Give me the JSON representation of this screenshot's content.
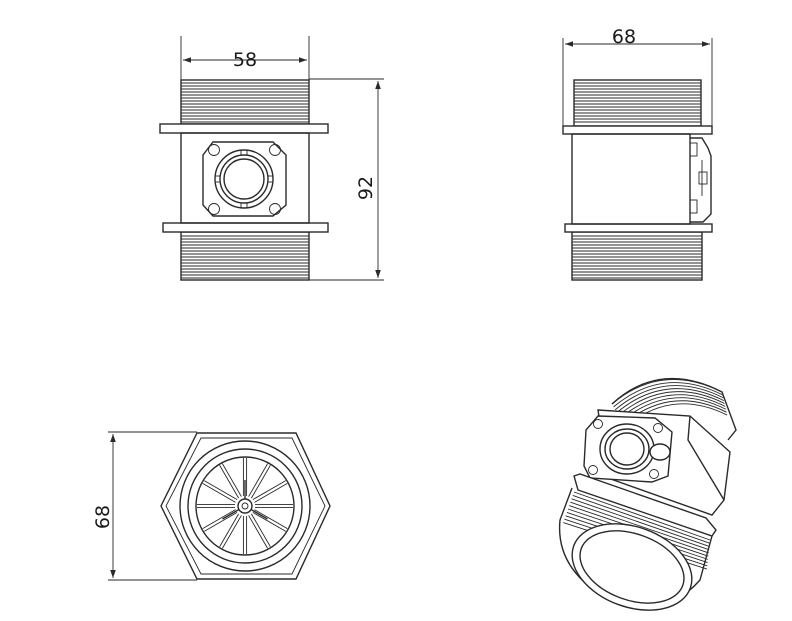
{
  "dimensions": {
    "front_width": "58",
    "side_width": "68",
    "height": "92",
    "hex_width": "68"
  },
  "colors": {
    "line": "#2a2a2a",
    "background": "#ffffff"
  }
}
